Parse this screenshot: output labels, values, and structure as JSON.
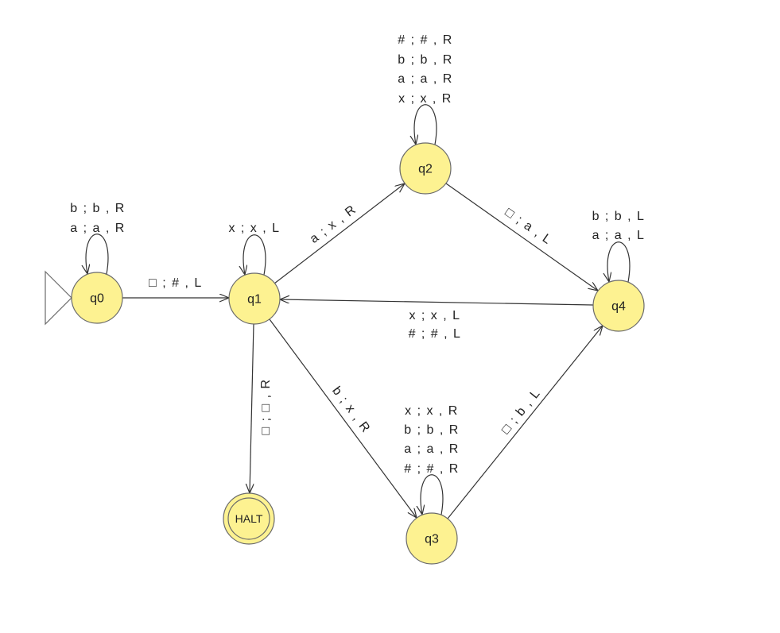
{
  "colors": {
    "state_fill": "#fdf291",
    "edge": "#333333"
  },
  "states": [
    {
      "label": "q0",
      "initial": true
    },
    {
      "label": "q1"
    },
    {
      "label": "q2"
    },
    {
      "label": "q3"
    },
    {
      "label": "q4"
    },
    {
      "label": "HALT",
      "final": true
    }
  ],
  "transitions": [
    {
      "from": "q0",
      "to": "q0",
      "labels": [
        "b ; b , R",
        "a ; a , R"
      ]
    },
    {
      "from": "q0",
      "to": "q1",
      "labels": [
        "□ ; # , L"
      ]
    },
    {
      "from": "q1",
      "to": "q1",
      "labels": [
        "x ; x , L"
      ]
    },
    {
      "from": "q1",
      "to": "q2",
      "labels": [
        "a ; x , R"
      ]
    },
    {
      "from": "q2",
      "to": "q2",
      "labels": [
        "# ; # , R",
        "b ; b , R",
        "a ; a , R",
        "x ; x , R"
      ]
    },
    {
      "from": "q2",
      "to": "q4",
      "labels": [
        "□ ; a , L"
      ]
    },
    {
      "from": "q4",
      "to": "q4",
      "labels": [
        "b ; b , L",
        "a ; a , L"
      ]
    },
    {
      "from": "q4",
      "to": "q1",
      "labels": [
        "x ; x , L",
        "# ; # , L"
      ]
    },
    {
      "from": "q1",
      "to": "q3",
      "labels": [
        "b ; x , R"
      ]
    },
    {
      "from": "q3",
      "to": "q3",
      "labels": [
        "x ; x , R",
        "b ; b , R",
        "a ; a , R",
        "# ; # , R"
      ]
    },
    {
      "from": "q3",
      "to": "q4",
      "labels": [
        "□ ; b , L"
      ]
    },
    {
      "from": "q1",
      "to": "HALT",
      "labels": [
        "□ ; □ , R"
      ]
    }
  ]
}
